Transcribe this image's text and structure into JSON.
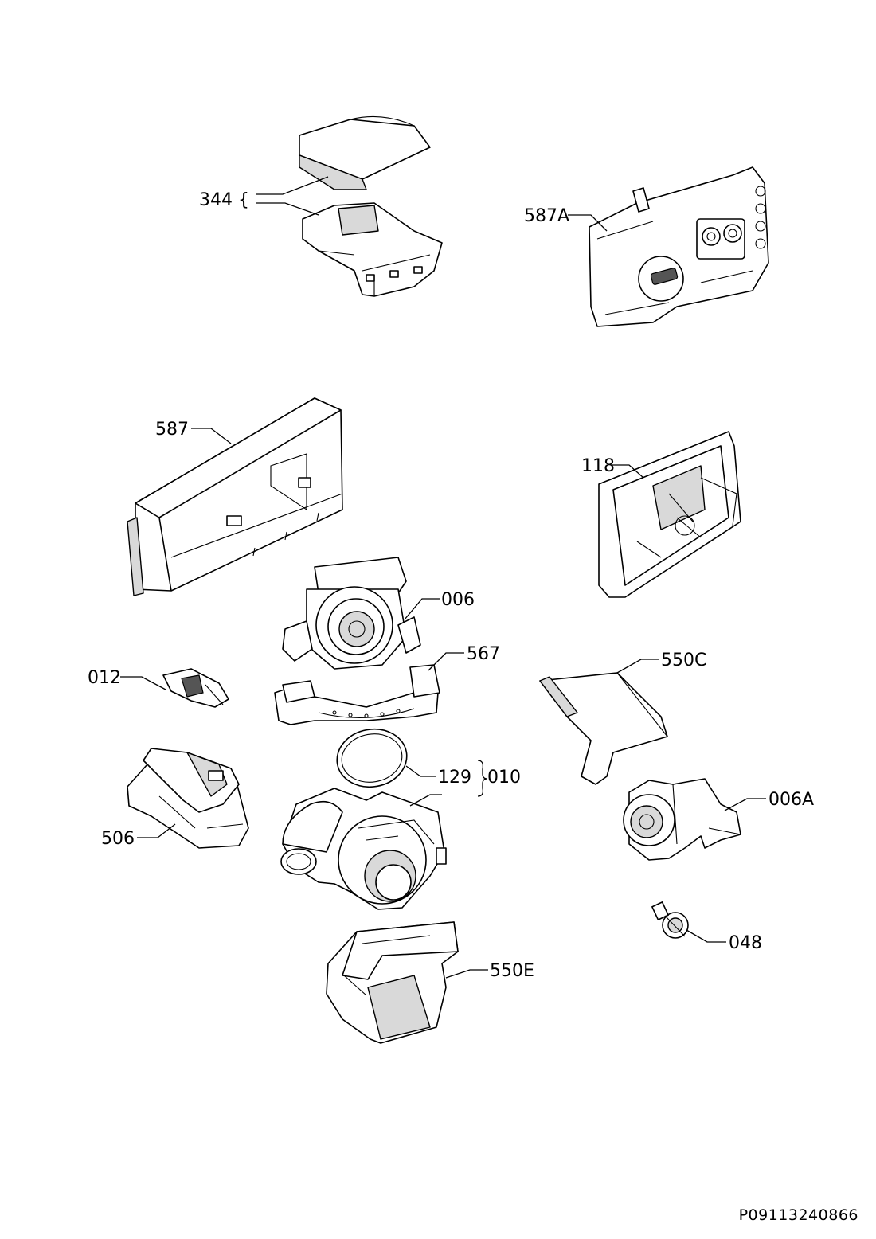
{
  "labels": {
    "p344": "344 {",
    "p587A": "587A",
    "p587": "587",
    "p118": "118",
    "p006": "006",
    "p567": "567",
    "p012": "012",
    "p550C": "550C",
    "p129": "129",
    "p010": "010",
    "p506": "506",
    "p006A": "006A",
    "p048": "048",
    "p550E": "550E"
  },
  "document_id": "P09113240866"
}
